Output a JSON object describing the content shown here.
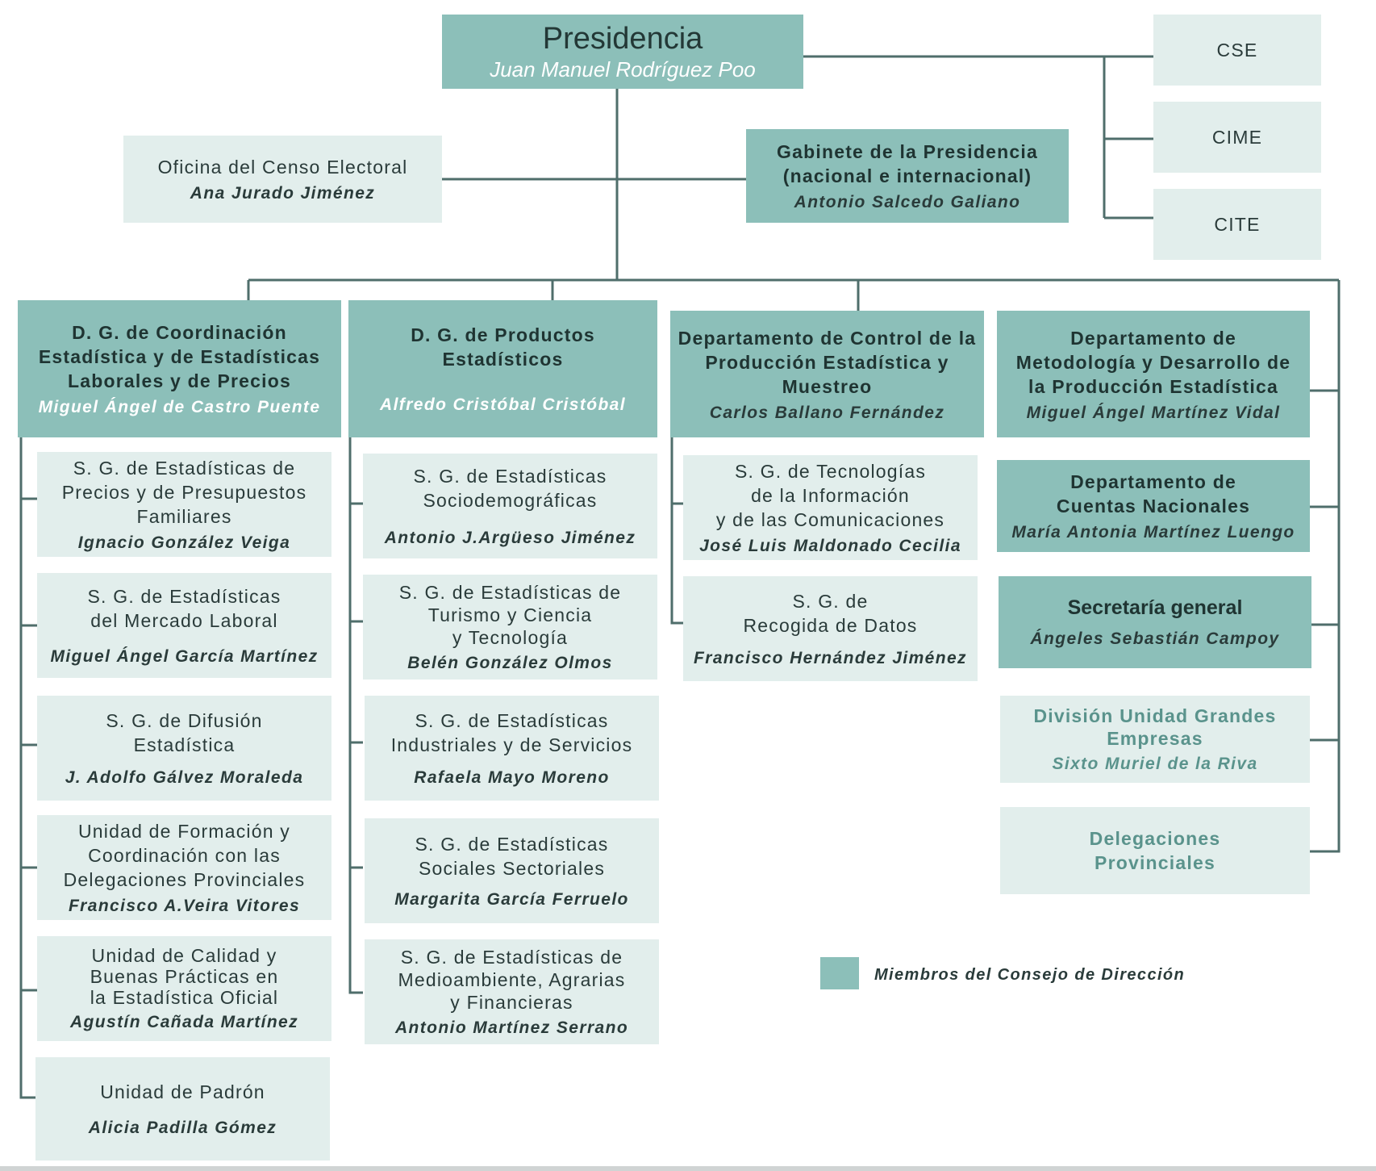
{
  "colors": {
    "dark": "#8cbfb9",
    "light": "#e2eeec",
    "line": "#4f6e6b"
  },
  "presidencia": {
    "title": "Presidencia",
    "name": "Juan Manuel Rodríguez Poo"
  },
  "side_units": [
    "CSE",
    "CIME",
    "CITE"
  ],
  "oficina_censo": {
    "title": "Oficina del Censo Electoral",
    "name": "Ana Jurado Jiménez"
  },
  "gabinete": {
    "title": "Gabinete de la Presidencia\n(nacional e internacional)",
    "name": "Antonio Salcedo Galiano"
  },
  "col1": {
    "head": {
      "title": "D. G. de Coordinación\nEstadística y de Estadísticas\nLaborales y de Precios",
      "name": "Miguel Ángel de Castro Puente"
    },
    "items": [
      {
        "title": "S. G. de Estadísticas de\nPrecios y de Presupuestos\nFamiliares",
        "name": "Ignacio González Veiga"
      },
      {
        "title": "S. G. de Estadísticas\ndel Mercado Laboral",
        "name": "Miguel Ángel García Martínez"
      },
      {
        "title": "S. G. de Difusión\nEstadística",
        "name": "J. Adolfo Gálvez Moraleda"
      },
      {
        "title": "Unidad de Formación y\nCoordinación con las\nDelegaciones Provinciales",
        "name": "Francisco A.Veira Vitores"
      },
      {
        "title": "Unidad de Calidad y\nBuenas Prácticas en\nla Estadística Oficial",
        "name": "Agustín Cañada Martínez"
      },
      {
        "title": "Unidad de Padrón",
        "name": "Alicia Padilla Gómez"
      }
    ]
  },
  "col2": {
    "head": {
      "title": "D. G. de Productos\nEstadísticos",
      "name": "Alfredo Cristóbal Cristóbal"
    },
    "items": [
      {
        "title": "S. G. de Estadísticas\nSociodemográficas",
        "name": "Antonio J.Argüeso Jiménez"
      },
      {
        "title": "S. G. de Estadísticas de\nTurismo y Ciencia\ny Tecnología",
        "name": "Belén González Olmos"
      },
      {
        "title": "S. G. de Estadísticas\nIndustriales y de Servicios",
        "name": "Rafaela Mayo Moreno"
      },
      {
        "title": "S. G. de Estadísticas\nSociales Sectoriales",
        "name": "Margarita García Ferruelo"
      },
      {
        "title": "S. G. de Estadísticas de\nMedioambiente, Agrarias\ny Financieras",
        "name": "Antonio Martínez Serrano"
      }
    ]
  },
  "col3": {
    "head": {
      "title": "Departamento de Control de la\nProducción Estadística y\nMuestreo",
      "name": "Carlos Ballano Fernández"
    },
    "items": [
      {
        "title": "S. G. de Tecnologías\nde la Información\ny de las Comunicaciones",
        "name": "José Luis Maldonado Cecilia"
      },
      {
        "title": "S. G. de\nRecogida de Datos",
        "name": "Francisco Hernández Jiménez"
      }
    ]
  },
  "col4": {
    "items": [
      {
        "title": "Departamento de\nMetodología y Desarrollo de\nla Producción Estadística",
        "name": "Miguel Ángel Martínez Vidal"
      },
      {
        "title": "Departamento de\nCuentas Nacionales",
        "name": "María Antonia Martínez Luengo"
      },
      {
        "title": "Secretaría general",
        "name": "Ángeles Sebastián Campoy"
      },
      {
        "title": "División Unidad Grandes\nEmpresas",
        "name": "Sixto Muriel de la Riva"
      },
      {
        "title": "Delegaciones\nProvinciales"
      }
    ]
  },
  "legend": {
    "label": "Miembros del Consejo de Dirección"
  }
}
